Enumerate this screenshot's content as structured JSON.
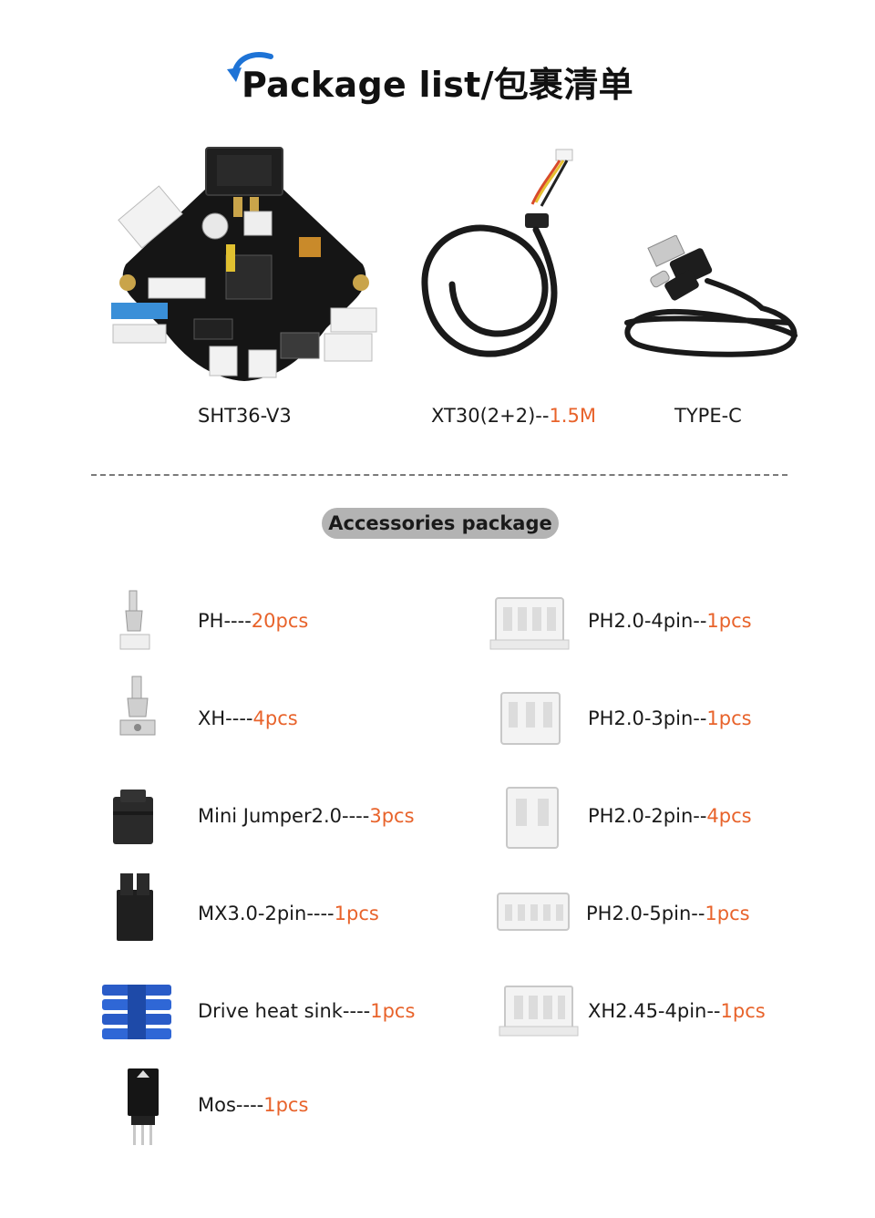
{
  "title": "Package list/包裹清单",
  "colors": {
    "accent": "#e8632b",
    "arrow": "#1e73d6",
    "pill_bg": "#b3b3b3",
    "divider": "#7a7a7a"
  },
  "products": [
    {
      "name": "SHT36-V3",
      "qty": ""
    },
    {
      "name": "XT30(2+2)--",
      "qty": "1.5M"
    },
    {
      "name": "TYPE-C",
      "qty": ""
    }
  ],
  "accessories_title": "Accessories package",
  "accessories_left": [
    {
      "name": "PH----",
      "qty": "20pcs",
      "icon": "ph-terminal-icon"
    },
    {
      "name": "XH----",
      "qty": "4pcs",
      "icon": "xh-terminal-icon"
    },
    {
      "name": "Mini Jumper2.0----",
      "qty": "3pcs",
      "icon": "mini-jumper-icon"
    },
    {
      "name": "MX3.0-2pin----",
      "qty": "1pcs",
      "icon": "mx-connector-icon"
    },
    {
      "name": "Drive heat sink----",
      "qty": "1pcs",
      "icon": "heat-sink-icon"
    },
    {
      "name": "Mos----",
      "qty": "1pcs",
      "icon": "mos-module-icon"
    }
  ],
  "accessories_right": [
    {
      "name": "PH2.0-4pin--",
      "qty": "1pcs",
      "icon": "ph-4pin-housing-icon"
    },
    {
      "name": "PH2.0-3pin--",
      "qty": "1pcs",
      "icon": "ph-3pin-housing-icon"
    },
    {
      "name": "PH2.0-2pin--",
      "qty": "4pcs",
      "icon": "ph-2pin-housing-icon"
    },
    {
      "name": "PH2.0-5pin--",
      "qty": "1pcs",
      "icon": "ph-5pin-housing-icon"
    },
    {
      "name": "XH2.45-4pin--",
      "qty": "1pcs",
      "icon": "xh-4pin-housing-icon"
    }
  ]
}
